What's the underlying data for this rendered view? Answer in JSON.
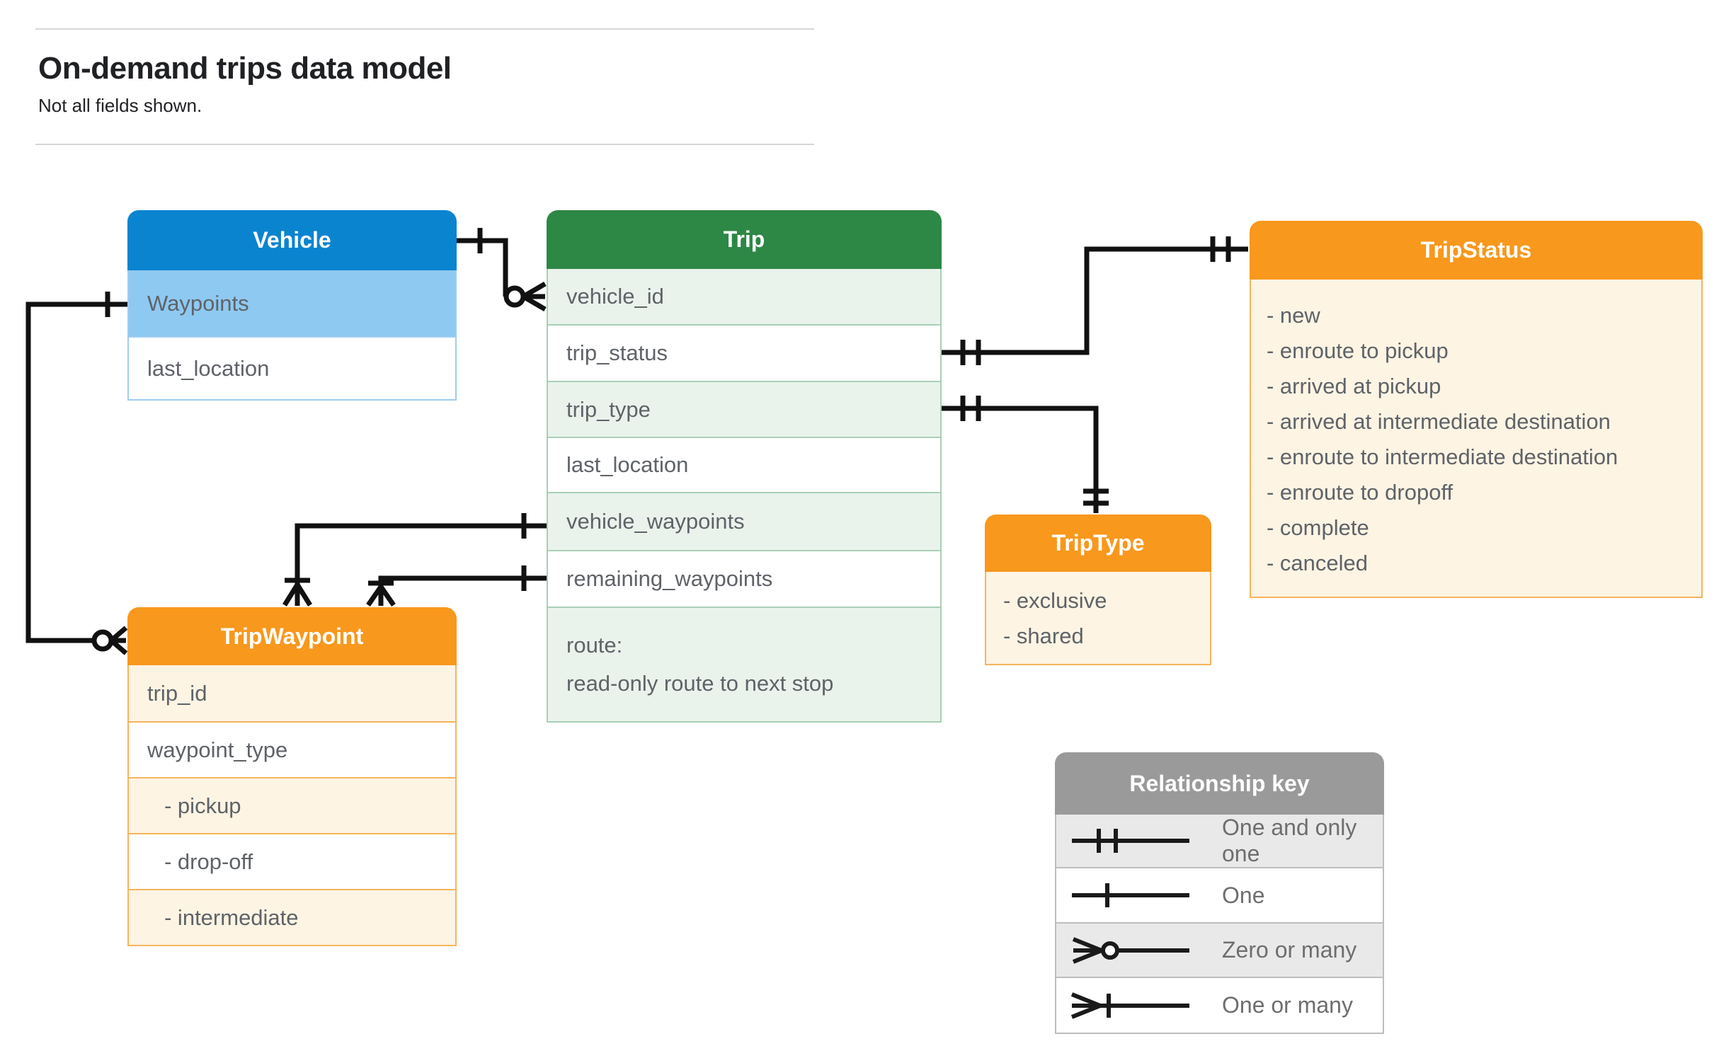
{
  "header": {
    "title": "On-demand trips data model",
    "subtitle": "Not all fields shown."
  },
  "entities": {
    "vehicle": {
      "title": "Vehicle",
      "rows": [
        "Waypoints",
        "last_location"
      ]
    },
    "trip": {
      "title": "Trip",
      "rows": [
        "vehicle_id",
        "trip_status",
        "trip_type",
        "last_location",
        "vehicle_waypoints",
        "remaining_waypoints"
      ],
      "route": {
        "line1": "route:",
        "line2": "read-only route to next stop"
      }
    },
    "tripStatus": {
      "title": "TripStatus",
      "values": [
        "- new",
        "- enroute to pickup",
        "- arrived at pickup",
        "- arrived at intermediate destination",
        "- enroute to intermediate destination",
        "- enroute to dropoff",
        "- complete",
        "- canceled"
      ]
    },
    "tripType": {
      "title": "TripType",
      "values": [
        "- exclusive",
        "- shared"
      ]
    },
    "tripWaypoint": {
      "title": "TripWaypoint",
      "rows": [
        "trip_id",
        "waypoint_type",
        "- pickup",
        "- drop-off",
        "- intermediate"
      ]
    }
  },
  "legend": {
    "title": "Relationship key",
    "items": [
      {
        "icon": "one-and-only-one-icon",
        "label": "One and only one"
      },
      {
        "icon": "one-icon",
        "label": "One"
      },
      {
        "icon": "zero-or-many-icon",
        "label": "Zero or many"
      },
      {
        "icon": "one-or-many-icon",
        "label": "One or many"
      }
    ]
  },
  "colors": {
    "vehicle_header": "#0b84d0",
    "vehicle_row": "#8ec9f1",
    "trip_header": "#2d8745",
    "trip_row": "#e9f3ec",
    "orange_header": "#f8981d",
    "orange_row": "#fdf4e4",
    "key_header": "#9a9a9a",
    "key_row": "#e9e9e9",
    "connector": "#111111",
    "text": "#5f6368"
  }
}
